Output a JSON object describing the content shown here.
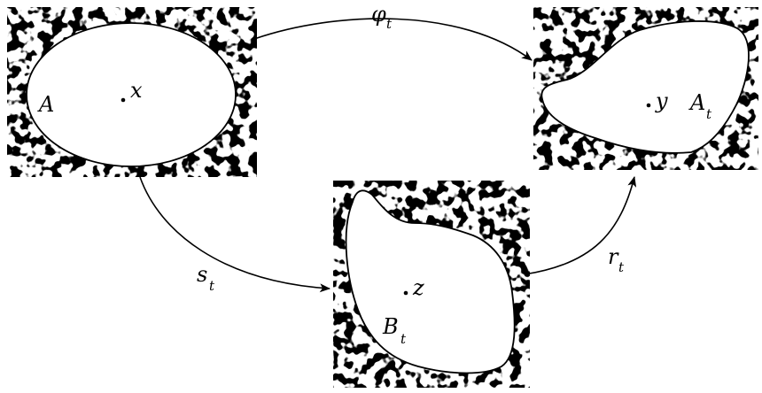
{
  "labels": {
    "A": "A",
    "x": "x",
    "y": "y",
    "z": "z",
    "A_t": {
      "main": "A",
      "sub": "t"
    },
    "B_t": {
      "main": "B",
      "sub": "t"
    },
    "phi_t": {
      "main": "φ",
      "sub": "t"
    },
    "s_t": {
      "main": "s",
      "sub": "t"
    },
    "r_t": {
      "main": "r",
      "sub": "t"
    }
  }
}
